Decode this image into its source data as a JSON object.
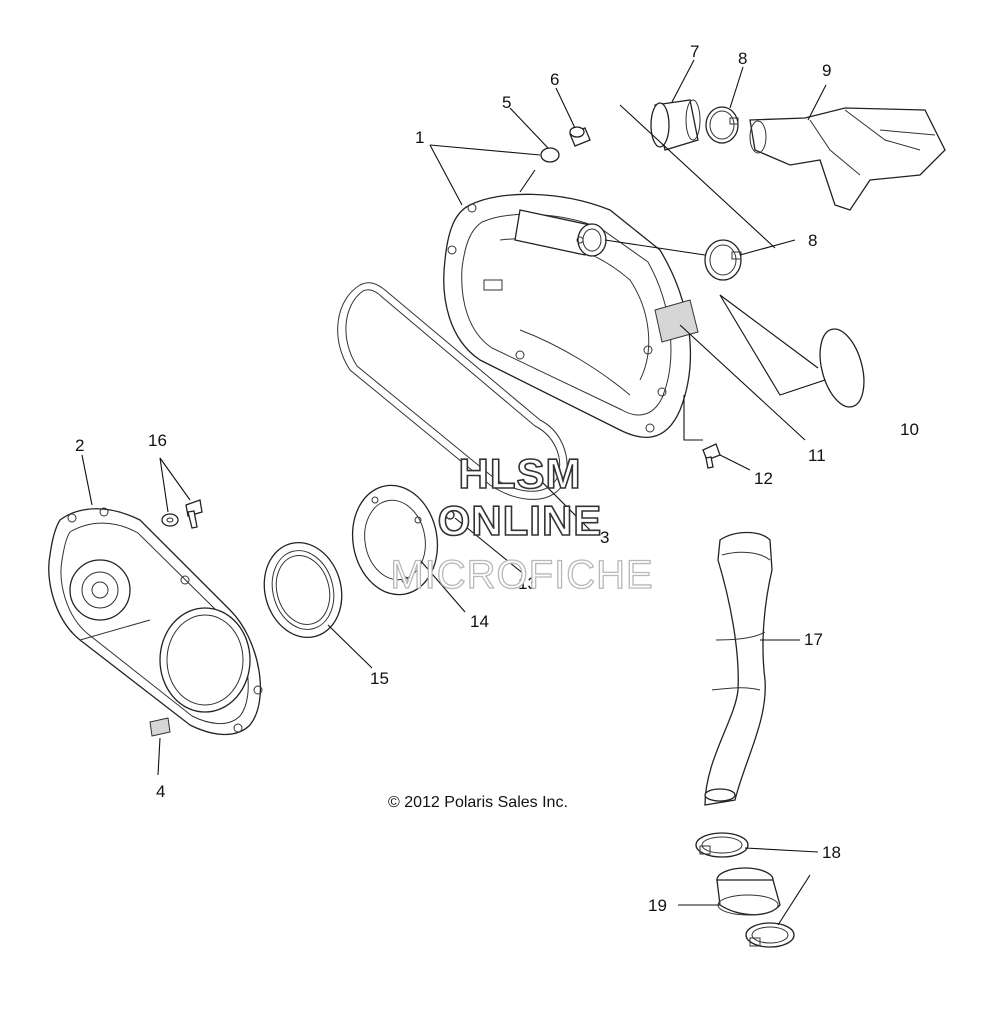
{
  "diagram": {
    "callouts": [
      "1",
      "2",
      "3",
      "4",
      "5",
      "6",
      "7",
      "8",
      "8",
      "9",
      "10",
      "11",
      "12",
      "13",
      "14",
      "15",
      "16",
      "17",
      "18",
      "19"
    ],
    "watermark": {
      "line1": "HLSM",
      "line2": "ONLINE",
      "line3": "MICROFICHE"
    },
    "copyright": "© 2012 Polaris Sales Inc.",
    "colors": {
      "line": "#222222",
      "background": "#ffffff",
      "watermark_outline": "#333333",
      "watermark_faint": "#b8b8b8"
    }
  }
}
